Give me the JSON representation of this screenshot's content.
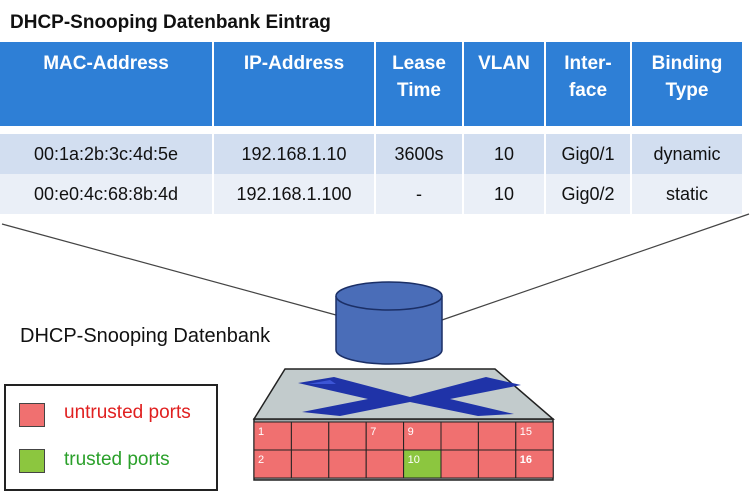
{
  "title": "DHCP-Snooping Datenbank Eintrag",
  "table": {
    "headers": [
      [
        "MAC-Address"
      ],
      [
        "IP-Address"
      ],
      [
        "Lease",
        "Time"
      ],
      [
        "VLAN"
      ],
      [
        "Inter-",
        "face"
      ],
      [
        "Binding",
        "Type"
      ]
    ],
    "rows": [
      [
        "00:1a:2b:3c:4d:5e",
        "192.168.1.10",
        "3600s",
        "10",
        "Gig0/1",
        "dynamic"
      ],
      [
        "00:e0:4c:68:8b:4d",
        "192.168.1.100",
        "-",
        "10",
        "Gig0/2",
        "static"
      ]
    ]
  },
  "database_label": "DHCP-Snooping Datenbank",
  "legend": {
    "untrusted": {
      "label": "untrusted ports",
      "color": "#f07070",
      "text_color": "#e02020"
    },
    "trusted": {
      "label": "trusted ports",
      "color": "#8cc63f",
      "text_color": "#2aa02a"
    }
  },
  "switch": {
    "ports": [
      {
        "id": "1",
        "row": 0,
        "col": 0,
        "trusted": false,
        "label": "1"
      },
      {
        "id": "3",
        "row": 0,
        "col": 1,
        "trusted": false,
        "label": ""
      },
      {
        "id": "5",
        "row": 0,
        "col": 2,
        "trusted": false,
        "label": ""
      },
      {
        "id": "7",
        "row": 0,
        "col": 3,
        "trusted": false,
        "label": "7"
      },
      {
        "id": "9",
        "row": 0,
        "col": 4,
        "trusted": false,
        "label": "9"
      },
      {
        "id": "11",
        "row": 0,
        "col": 5,
        "trusted": false,
        "label": ""
      },
      {
        "id": "13",
        "row": 0,
        "col": 6,
        "trusted": false,
        "label": ""
      },
      {
        "id": "15",
        "row": 0,
        "col": 7,
        "trusted": false,
        "label": "15"
      },
      {
        "id": "2",
        "row": 1,
        "col": 0,
        "trusted": false,
        "label": "2"
      },
      {
        "id": "4",
        "row": 1,
        "col": 1,
        "trusted": false,
        "label": ""
      },
      {
        "id": "6",
        "row": 1,
        "col": 2,
        "trusted": false,
        "label": ""
      },
      {
        "id": "8",
        "row": 1,
        "col": 3,
        "trusted": false,
        "label": ""
      },
      {
        "id": "10",
        "row": 1,
        "col": 4,
        "trusted": true,
        "label": "10"
      },
      {
        "id": "12",
        "row": 1,
        "col": 5,
        "trusted": false,
        "label": ""
      },
      {
        "id": "14",
        "row": 1,
        "col": 6,
        "trusted": false,
        "label": ""
      },
      {
        "id": "16",
        "row": 1,
        "col": 7,
        "trusted": false,
        "label": "16"
      }
    ]
  }
}
